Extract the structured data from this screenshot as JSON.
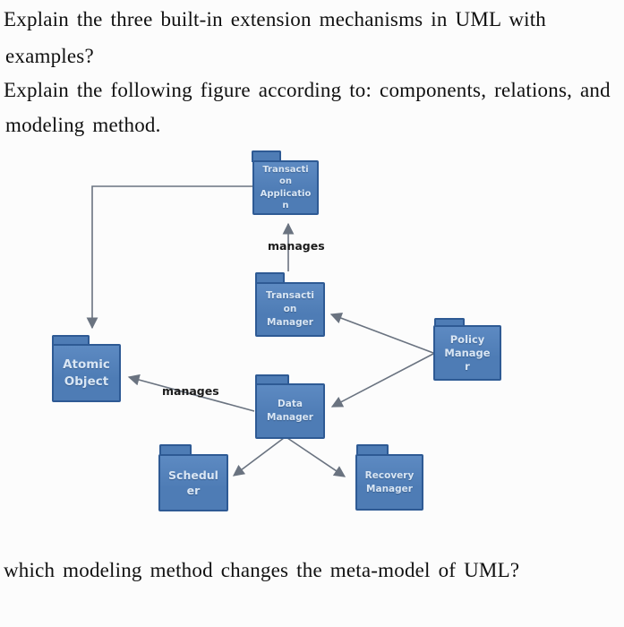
{
  "questions": {
    "q1_lines": [
      "Explain the three built-in extension mechanisms in UML with",
      "examples?"
    ],
    "q2_lines": [
      "Explain the following figure according to: components, relations, and",
      "modeling method."
    ],
    "q3": "which modeling method changes the meta-model of UML?"
  },
  "diagram": {
    "packages": {
      "transaction_application": {
        "label": "Transacti\non\nApplicatio\nn"
      },
      "transaction_manager": {
        "label": "Transacti\non\nManager"
      },
      "policy_manager": {
        "label": "Policy\nManage\nr"
      },
      "atomic_object": {
        "label": "Atomic\nObject"
      },
      "data_manager": {
        "label": "Data\nManager"
      },
      "scheduler": {
        "label": "Schedul\ner"
      },
      "recovery_manager": {
        "label": "Recovery\nManager"
      }
    },
    "edge_labels": {
      "manages_top": "manages",
      "manages_left": "manages"
    },
    "colors": {
      "package_fill": "#4e7cb5",
      "package_border": "#2e5a94",
      "package_text": "#d9e6f4",
      "connector": "#6a7380",
      "label_text": "#1b1b1b"
    }
  }
}
